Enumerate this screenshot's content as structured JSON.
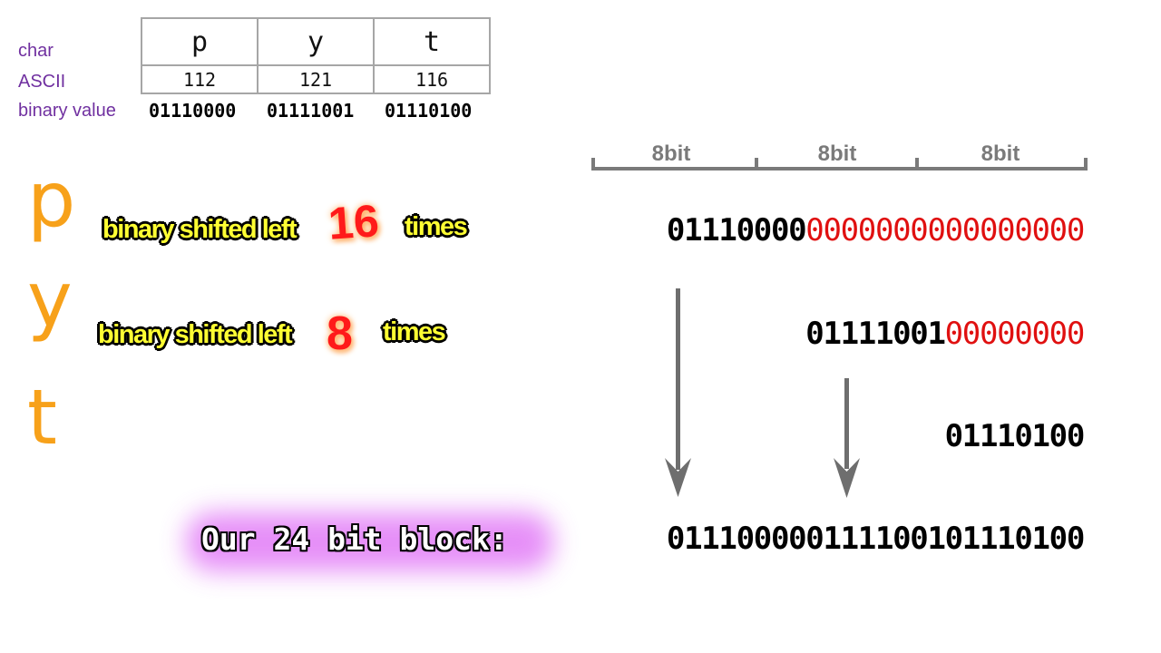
{
  "table": {
    "row_labels": {
      "char": "char",
      "ascii": "ASCII",
      "binary": "binary value"
    },
    "columns": [
      {
        "char": "p",
        "ascii": "112",
        "binary": "01110000"
      },
      {
        "char": "y",
        "ascii": "121",
        "binary": "01111001"
      },
      {
        "char": "t",
        "ascii": "116",
        "binary": "01110100"
      }
    ]
  },
  "letters": [
    {
      "char": "p",
      "caption": "binary shifted left",
      "shift": "16",
      "times": "times"
    },
    {
      "char": "y",
      "caption": "binary shifted left",
      "shift": "8",
      "times": "times"
    },
    {
      "char": "t"
    }
  ],
  "bit_brackets": [
    "8bit",
    "8bit",
    "8bit"
  ],
  "shifted_rows": [
    {
      "value": "01110000",
      "padding": "0000000000000000"
    },
    {
      "value": "01111001",
      "padding": "00000000"
    },
    {
      "value": "01110100",
      "padding": ""
    }
  ],
  "result": {
    "label": "Our 24 bit block:",
    "value": "011100000111100101110100"
  },
  "colors": {
    "label_purple": "#7030a0",
    "letter_orange": "#f7a11a",
    "padding_red": "#e01010",
    "caption_yellow": "#ffff33",
    "arrow_gray": "#6e6e6e",
    "glow_purple": "#e27cf7"
  }
}
